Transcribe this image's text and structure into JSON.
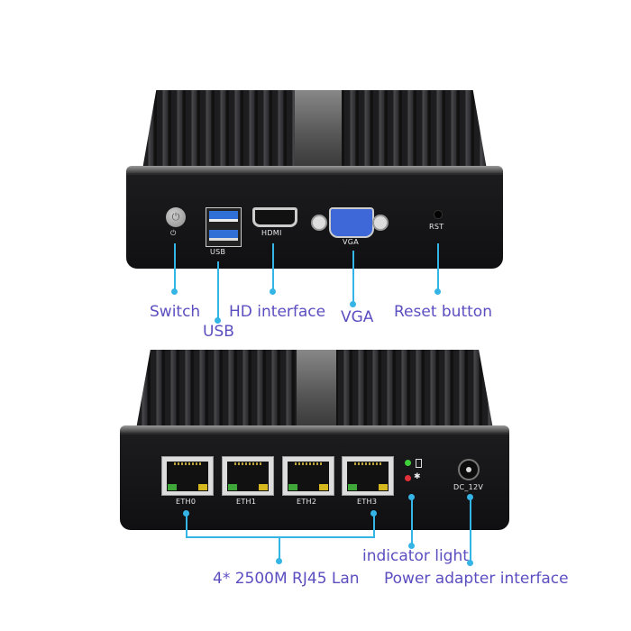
{
  "top_unit": {
    "port_labels": {
      "power": "⏻",
      "usb": "USB",
      "hdmi": "HDMI",
      "vga": "VGA",
      "reset": "RST"
    },
    "captions": {
      "switch": "Switch",
      "usb": "USB",
      "hd_interface": "HD interface",
      "vga": "VGA",
      "reset_button": "Reset button"
    }
  },
  "bottom_unit": {
    "port_labels": {
      "eth0": "ETH0",
      "eth1": "ETH1",
      "eth2": "ETH2",
      "eth3": "ETH3",
      "dc": "DC_12V"
    },
    "captions": {
      "lan": "4* 2500M RJ45 Lan",
      "indicator_light": "indicator light",
      "power_adapter": "Power adapter interface"
    }
  },
  "colors": {
    "callout": "#35b4e6",
    "caption_text": "#5b4fc0",
    "chassis": "#1a1a1c",
    "usb_blue": "#2f6fd6",
    "vga_blue": "#3e67d8",
    "led_green": "#3fd13a",
    "led_red": "#e0303a"
  }
}
